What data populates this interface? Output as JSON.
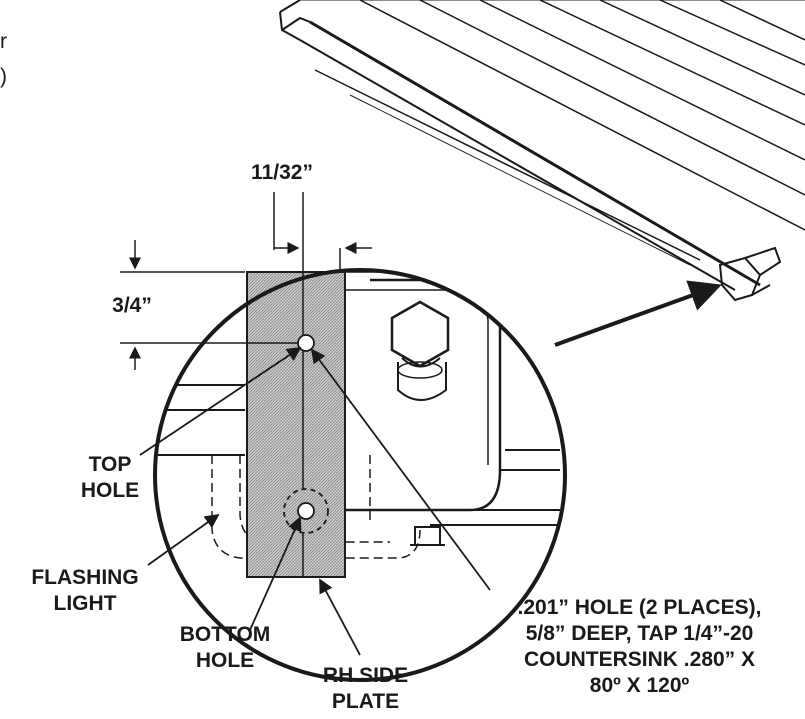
{
  "fragments": {
    "top_left_1": "r",
    "top_left_2": ")"
  },
  "dimensions": {
    "width": "11/32”",
    "height": "3/4”"
  },
  "labels": {
    "top_hole": [
      "TOP",
      "HOLE"
    ],
    "flashing_light": [
      "FLASHING",
      "LIGHT"
    ],
    "bottom_hole": [
      "BOTTOM",
      "HOLE"
    ],
    "rh_side_plate": [
      "RH SIDE",
      "PLATE"
    ],
    "hole_spec": [
      ".201” HOLE (2 PLACES),",
      "5/8” DEEP, TAP 1/4”-20",
      "COUNTERSINK .280” X",
      "80º X 120º"
    ]
  },
  "colors": {
    "line": "#1a1a1a",
    "plate_fill": "#b8b8b8"
  }
}
